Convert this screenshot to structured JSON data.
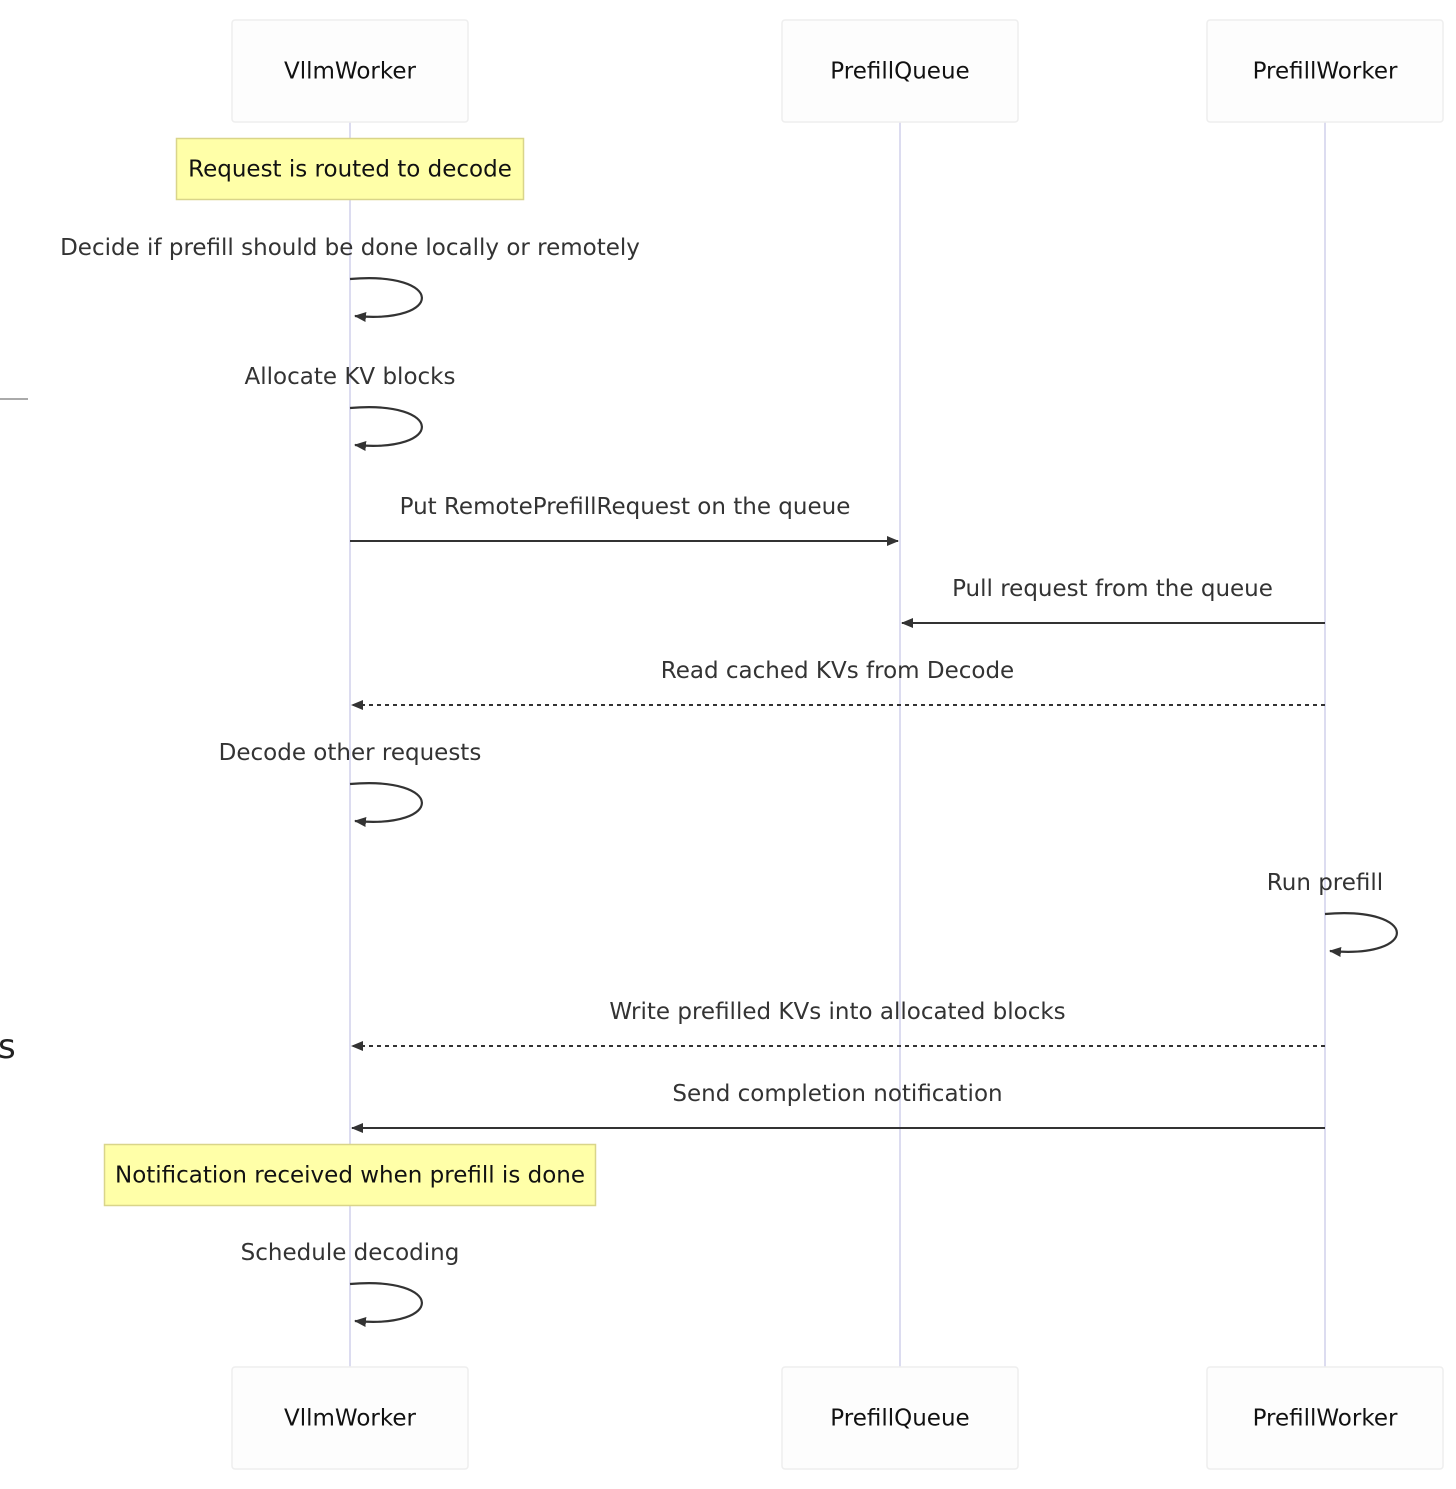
{
  "actors": [
    {
      "id": "vllm",
      "name": "VllmWorker"
    },
    {
      "id": "queue",
      "name": "PrefillQueue"
    },
    {
      "id": "prefill",
      "name": "PrefillWorker"
    }
  ],
  "events": [
    {
      "kind": "note",
      "actor": "vllm",
      "text": "Request is routed to decode"
    },
    {
      "kind": "self",
      "actor": "vllm",
      "text": "Decide if prefill should be done locally or remotely"
    },
    {
      "kind": "self",
      "actor": "vllm",
      "text": "Allocate KV blocks"
    },
    {
      "kind": "message",
      "from": "vllm",
      "to": "queue",
      "style": "solid",
      "text": "Put RemotePrefillRequest on the queue"
    },
    {
      "kind": "message",
      "from": "prefill",
      "to": "queue",
      "style": "solid",
      "text": "Pull request from the queue"
    },
    {
      "kind": "message",
      "from": "prefill",
      "to": "vllm",
      "style": "dashed",
      "text": "Read cached KVs from Decode"
    },
    {
      "kind": "self",
      "actor": "vllm",
      "text": "Decode other requests"
    },
    {
      "kind": "self",
      "actor": "prefill",
      "text": "Run prefill"
    },
    {
      "kind": "message",
      "from": "prefill",
      "to": "vllm",
      "style": "dashed",
      "text": "Write prefilled KVs into allocated blocks"
    },
    {
      "kind": "message",
      "from": "prefill",
      "to": "vllm",
      "style": "solid",
      "text": "Send completion notification"
    },
    {
      "kind": "note",
      "actor": "vllm",
      "text": "Notification received when prefill is done"
    },
    {
      "kind": "self",
      "actor": "vllm",
      "text": "Schedule decoding"
    }
  ],
  "edge_fragment": {
    "char": "s"
  },
  "colors": {
    "note_fill": "#ffffa8",
    "note_border": "#d9d58a",
    "lifeline": "#dcdcf0",
    "line": "#333333"
  }
}
